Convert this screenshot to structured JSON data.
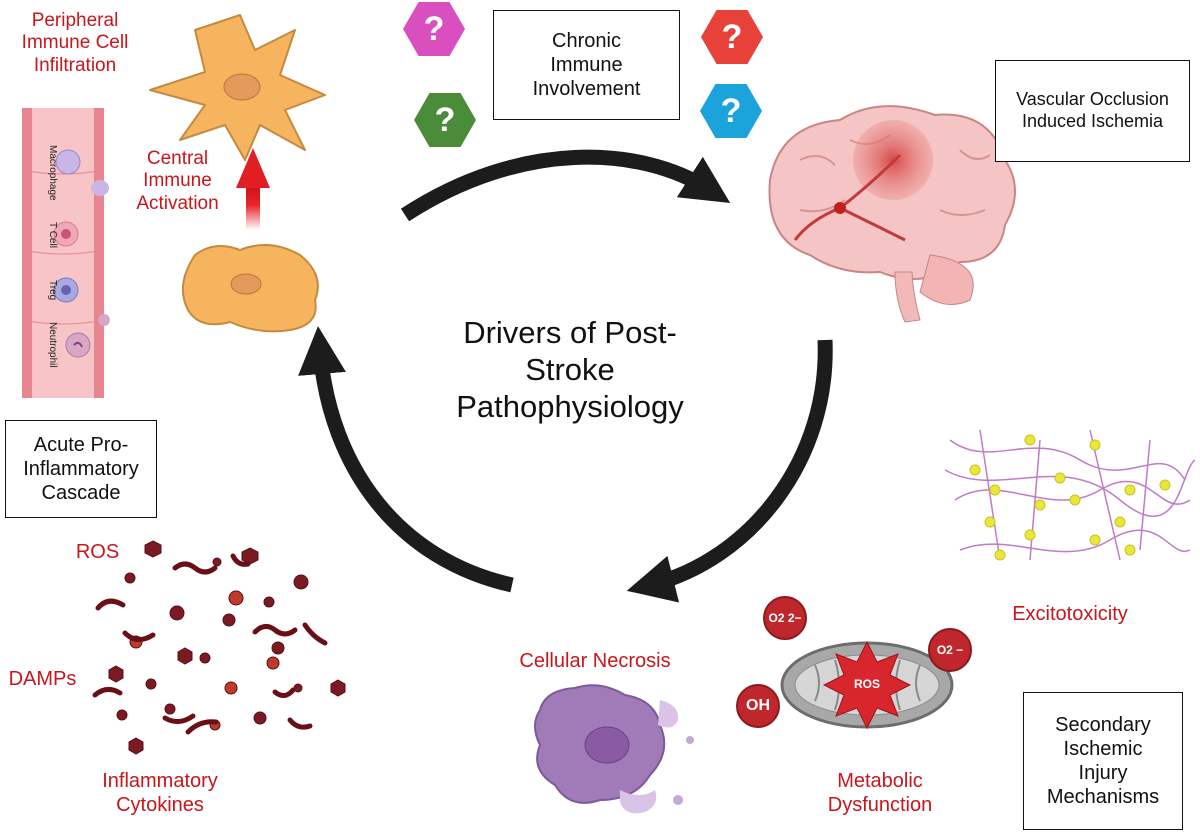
{
  "center_title": {
    "line1": "Drivers of Post-",
    "line2": "Stroke",
    "line3": "Pathophysiology"
  },
  "boxes": {
    "chronic": {
      "line1": "Chronic",
      "line2": "Immune",
      "line3": "Involvement"
    },
    "vascular": {
      "line1": "Vascular Occlusion",
      "line2": "Induced Ischemia"
    },
    "acute": {
      "line1": "Acute Pro-",
      "line2": "Inflammatory",
      "line3": "Cascade"
    },
    "secondary": {
      "line1": "Secondary",
      "line2": "Ischemic",
      "line3": "Injury",
      "line4": "Mechanisms"
    }
  },
  "labels": {
    "peripheral": {
      "line1": "Peripheral",
      "line2": "Immune Cell",
      "line3": "Infiltration"
    },
    "central": {
      "line1": "Central",
      "line2": "Immune",
      "line3": "Activation"
    },
    "ros": "ROS",
    "damps": "DAMPs",
    "cytokines": {
      "line1": "Inflammatory",
      "line2": "Cytokines"
    },
    "necrosis": "Cellular Necrosis",
    "excitotoxicity": "Excitotoxicity",
    "metabolic": {
      "line1": "Metabolic",
      "line2": "Dysfunction"
    }
  },
  "vessel_cells": [
    "Macrophage",
    "T Cell",
    "Treg",
    "Neutrophil"
  ],
  "question_mark": "?",
  "question_colors": [
    "#d94fc0",
    "#e8413a",
    "#4a8c3a",
    "#1ba3dc"
  ],
  "mito": {
    "ros": "ROS",
    "o2_superoxide": "O2 2−",
    "o2_radical": "O2 −",
    "oh": "OH"
  },
  "colors": {
    "accent_red": "#c8161d",
    "arrow": "#1c1c1c"
  }
}
